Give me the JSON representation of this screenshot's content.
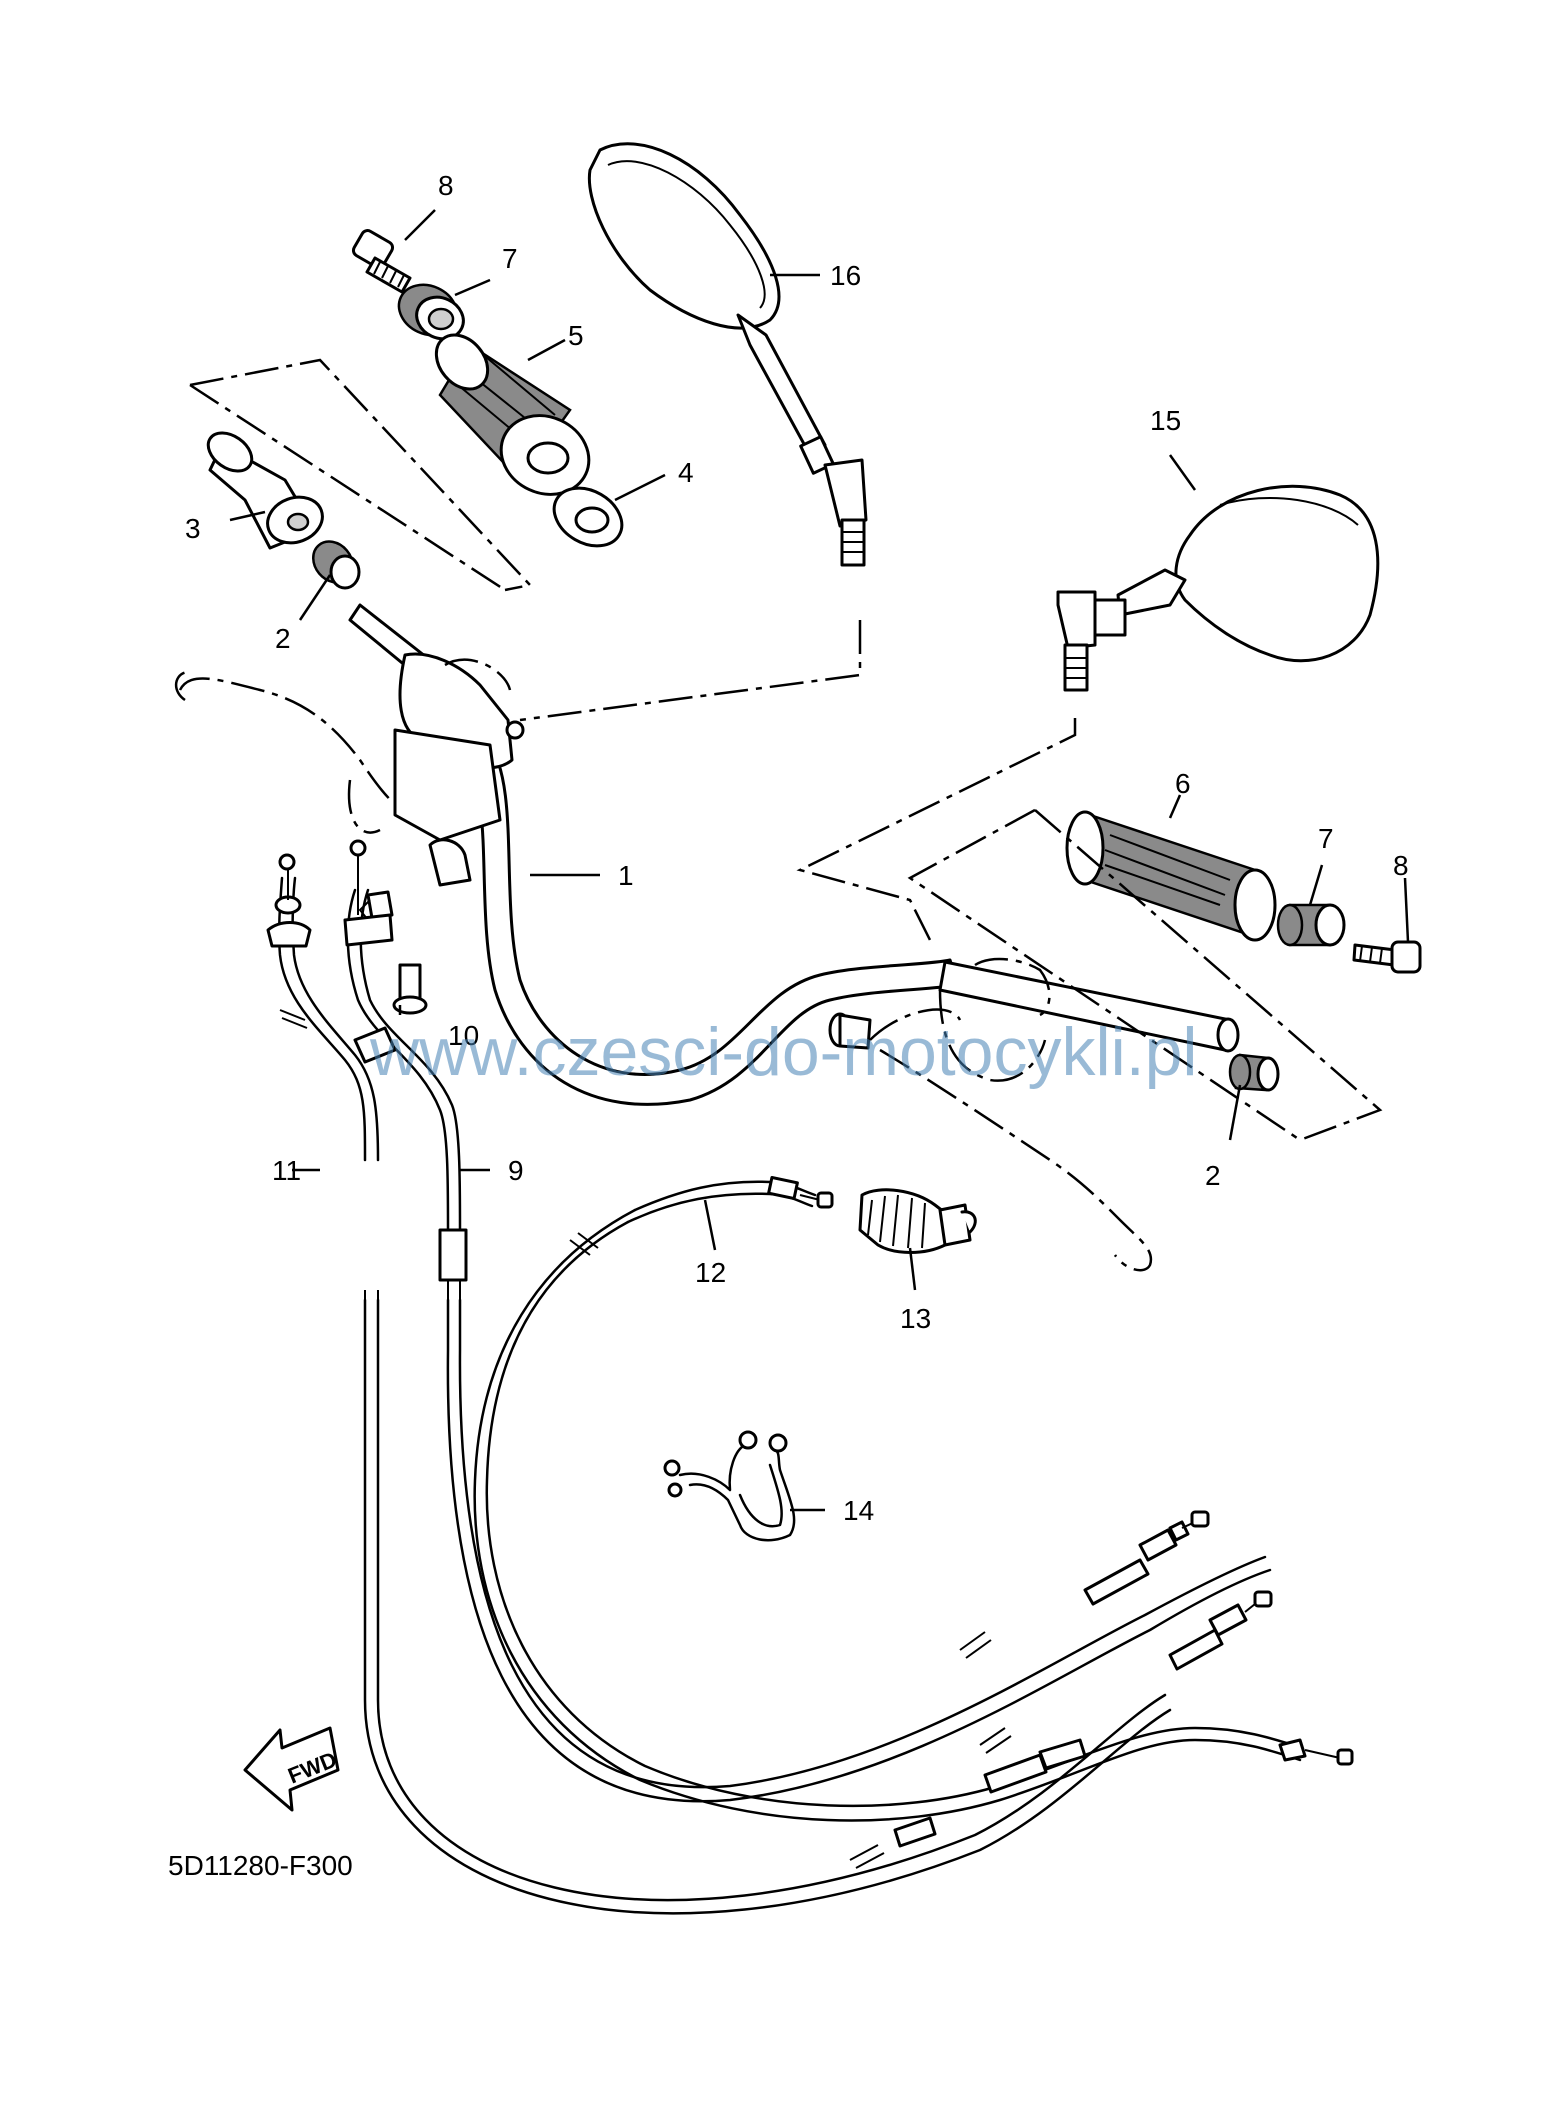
{
  "diagram": {
    "drawing_code": "5D11280-F300",
    "watermark": "www.czesci-do-motocykli.pl",
    "forward_arrow_label": "FWD",
    "callouts": [
      "1",
      "2",
      "3",
      "4",
      "5",
      "6",
      "7",
      "8",
      "9",
      "10",
      "11",
      "12",
      "13",
      "14",
      "15",
      "16",
      "2",
      "7",
      "8"
    ]
  }
}
